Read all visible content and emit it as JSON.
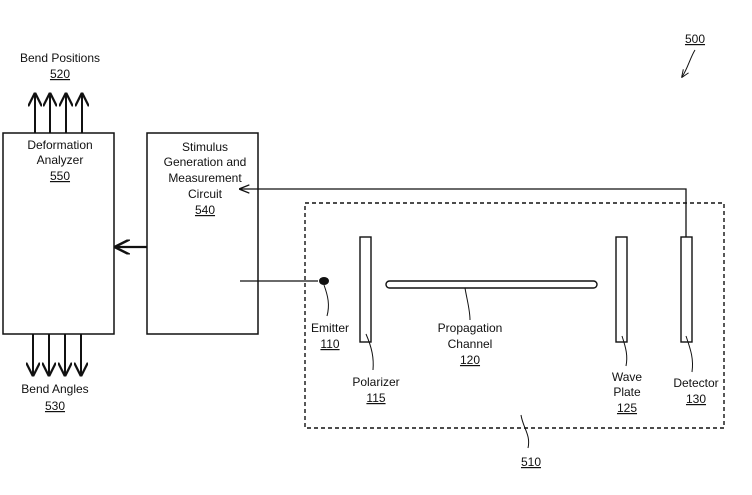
{
  "figure": {
    "ref": "500",
    "bend_positions": {
      "label": "Bend Positions",
      "ref": "520"
    },
    "bend_angles": {
      "label": "Bend Angles",
      "ref": "530"
    },
    "deformation_analyzer": {
      "line1": "Deformation",
      "line2": "Analyzer",
      "ref": "550"
    },
    "stimulus_circuit": {
      "line1": "Stimulus",
      "line2": "Generation and",
      "line3": "Measurement",
      "line4": "Circuit",
      "ref": "540"
    },
    "sensor": {
      "ref": "510"
    },
    "emitter": {
      "label": "Emitter",
      "ref": "110"
    },
    "polarizer": {
      "label": "Polarizer",
      "ref": "115"
    },
    "channel": {
      "line1": "Propagation",
      "line2": "Channel",
      "ref": "120"
    },
    "wave_plate": {
      "line1": "Wave",
      "line2": "Plate",
      "ref": "125"
    },
    "detector": {
      "label": "Detector",
      "ref": "130"
    }
  }
}
